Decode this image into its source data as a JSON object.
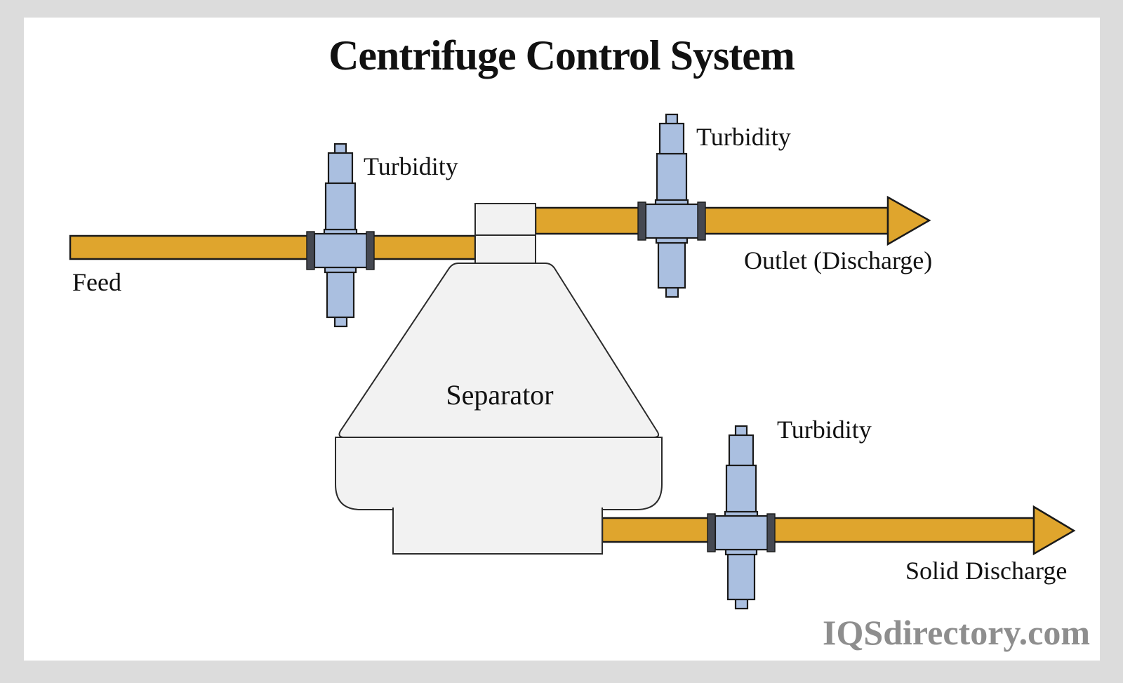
{
  "title": "Centrifuge Control System",
  "watermark": "IQSdirectory.com",
  "labels": {
    "feed": "Feed",
    "turbidity_feed": "Turbidity",
    "turbidity_outlet": "Turbidity",
    "turbidity_solid": "Turbidity",
    "outlet": "Outlet (Discharge)",
    "solid_discharge": "Solid Discharge",
    "separator": "Separator"
  },
  "colors": {
    "pipe": "#DFA52D",
    "valve": "#AABFE0",
    "flange": "#454851",
    "vessel": "#F2F2F2",
    "outline": "#1A1A1A",
    "vessel_outline": "#2B2B2B",
    "text": "#111111",
    "watermark": "#8E8E8E",
    "background": "#DCDCDC",
    "canvas": "#FFFFFF"
  }
}
